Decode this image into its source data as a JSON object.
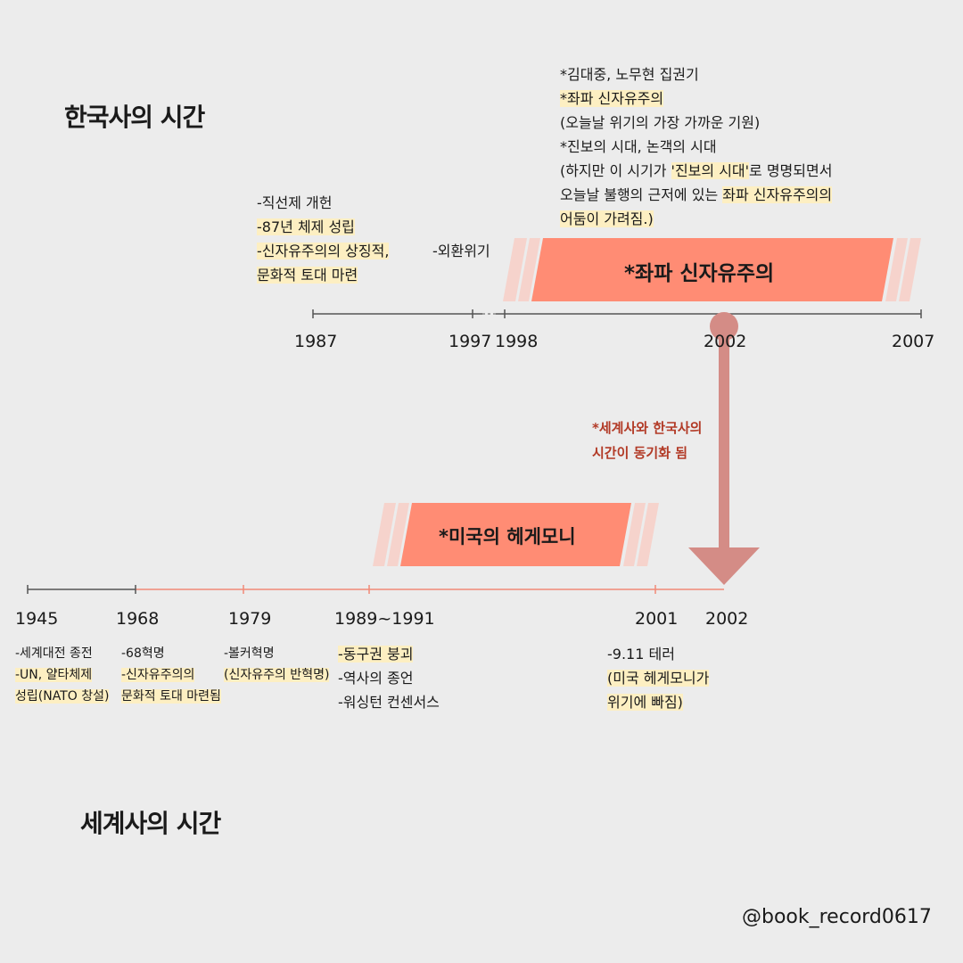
{
  "korea": {
    "title": "한국사의 시간",
    "band_label": "*좌파 신자유주의",
    "years": [
      "1987",
      "1997",
      "1998",
      "2002",
      "2007"
    ],
    "note_1987": [
      "-직선제 개헌",
      "-87년 체제 성립",
      "-신자유주의의 상징적,",
      " 문화적 토대 마련"
    ],
    "note_1997": "-외환위기",
    "note_top": {
      "l1": "*김대중, 노무현 집권기",
      "l2": "*좌파 신자유주의",
      "l3": "(오늘날 위기의 가장 가까운 기원)",
      "l4": "*진보의 시대, 논객의 시대",
      "l5a": "(하지만 이 시기가 ",
      "l5b": "'진보의 시대'",
      "l5c": "로 명명되면서",
      "l6a": "오늘날 불행의 근저에 있는 ",
      "l6b": "좌파 신자유주의의",
      "l7": "어둠이 가려짐.)"
    }
  },
  "sync_note": [
    "*세계사와 한국사의",
    "시간이 동기화 됨"
  ],
  "world": {
    "title": "세계사의 시간",
    "band_label": "*미국의 헤게모니",
    "years": [
      "1945",
      "1968",
      "1979",
      "1989~1991",
      "2001",
      "2002"
    ],
    "note_1945": [
      "-세계대전 종전",
      "-UN, 얄타체제",
      "성립(NATO 창설)"
    ],
    "note_1968": [
      "-68혁명",
      "-신자유주의의",
      "문화적 토대 마련됨"
    ],
    "note_1979": [
      "-볼커혁명",
      "(신자유주의 반혁명)"
    ],
    "note_1989": [
      "-동구권 붕괴",
      "-역사의 종언",
      "-워싱턴 컨센서스"
    ],
    "note_2001": [
      "-9.11 테러",
      "(미국 헤게모니가",
      "위기에 빠짐)"
    ]
  },
  "handle": "@book_record0617",
  "colors": {
    "band": "#ff8c74",
    "band_faded": "#f6d3cc",
    "arrow": "#d48c86",
    "world_line": "#f28a76",
    "korea_line": "#555555",
    "highlight": "#fdefc2",
    "sync_text": "#b23a26"
  }
}
